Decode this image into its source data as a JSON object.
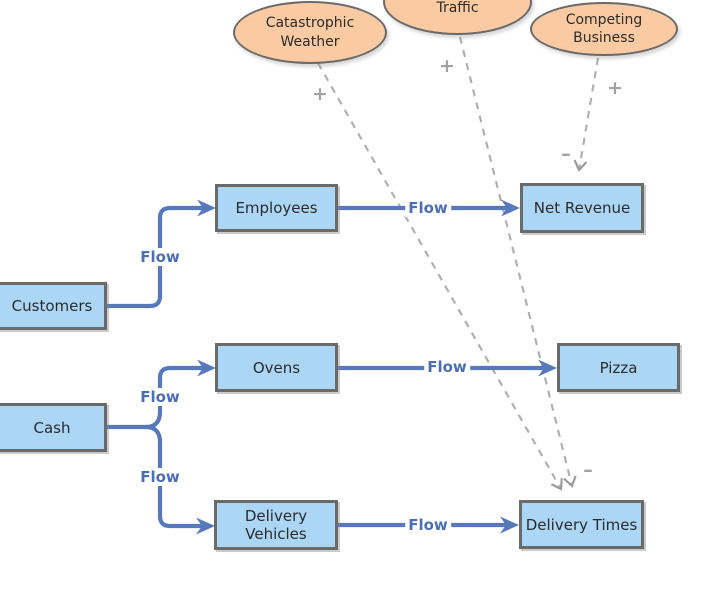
{
  "diagram_type": "stock-and-flow",
  "colors": {
    "stock_fill": "#ABD6F5",
    "external_fill": "#FACBA2",
    "node_border": "#6A6A6A",
    "flow_blue": "#5878BC",
    "flow_label_text": "#4A6FB5",
    "influence_dash_gray": "#B0B0B0",
    "sign_gray": "#A2A2A2",
    "node_label_text": "#2B2B2B"
  },
  "externals": [
    {
      "id": "catastrophic-weather",
      "label": "Catastrophic Weather"
    },
    {
      "id": "traffic",
      "label": "Traffic"
    },
    {
      "id": "competing-business",
      "label": "Competing Business"
    }
  ],
  "stocks": [
    {
      "id": "customers",
      "label": "Customers"
    },
    {
      "id": "cash",
      "label": "Cash"
    },
    {
      "id": "employees",
      "label": "Employees"
    },
    {
      "id": "ovens",
      "label": "Ovens"
    },
    {
      "id": "delivery-vehicles",
      "label": "Delivery Vehicles"
    },
    {
      "id": "net-revenue",
      "label": "Net Revenue"
    },
    {
      "id": "pizza",
      "label": "Pizza"
    },
    {
      "id": "delivery-times",
      "label": "Delivery Times"
    }
  ],
  "flows": [
    {
      "from": "Customers",
      "to": "Employees",
      "label": "Flow"
    },
    {
      "from": "Employees",
      "to": "Net Revenue",
      "label": "Flow"
    },
    {
      "from": "Cash",
      "to": "Ovens",
      "label": "Flow"
    },
    {
      "from": "Cash",
      "to": "Delivery Vehicles",
      "label": "Flow"
    },
    {
      "from": "Ovens",
      "to": "Pizza",
      "label": "Flow"
    },
    {
      "from": "Delivery Vehicles",
      "to": "Delivery Times",
      "label": "Flow"
    }
  ],
  "influences": [
    {
      "from": "Catastrophic Weather",
      "to": "Delivery Times",
      "source_sign": "+"
    },
    {
      "from": "Traffic",
      "to": "Delivery Times",
      "source_sign": "+"
    },
    {
      "from": "Competing Business",
      "to": "Net Revenue",
      "source_sign": "+"
    }
  ],
  "target_signs": [
    {
      "at": "Net Revenue",
      "sign": "–"
    },
    {
      "at": "Delivery Times",
      "sign": "–"
    }
  ]
}
